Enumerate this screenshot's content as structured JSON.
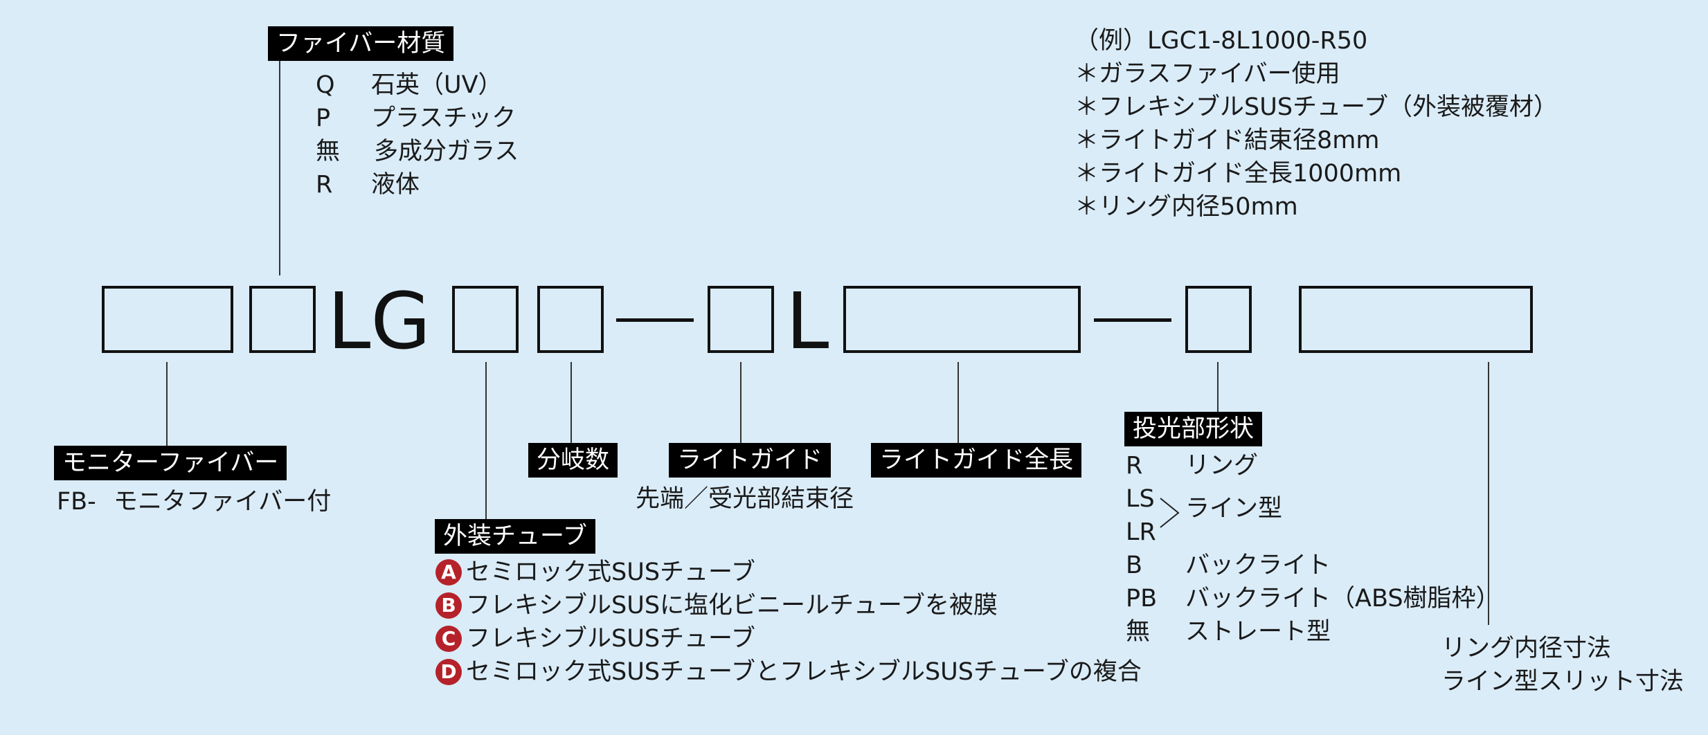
{
  "code_letters": [
    "LG",
    "L"
  ],
  "fiber_material": {
    "title": "ファイバー材質",
    "items": [
      {
        "code": "Q",
        "desc": "石英（UV）"
      },
      {
        "code": "P",
        "desc": "プラスチック"
      },
      {
        "code": "無",
        "desc": "多成分ガラス"
      },
      {
        "code": "R",
        "desc": "液体"
      }
    ]
  },
  "example": {
    "lines": [
      "（例）LGC1-8L1000-R50",
      "＊ガラスファイバー使用",
      "＊フレキシブルSUSチューブ（外装被覆材）",
      "＊ライトガイド結束径8mm",
      "＊ライトガイド全長1000mm",
      "＊リング内径50mm"
    ]
  },
  "monitor_fiber": {
    "title": "モニターファイバー",
    "code": "FB-",
    "desc": "モニタファイバー付"
  },
  "outer_tube": {
    "title": "外装チューブ",
    "items": [
      {
        "badge": "A",
        "desc": "セミロック式SUSチューブ"
      },
      {
        "badge": "B",
        "desc": "フレキシブルSUSに塩化ビニールチューブを被膜"
      },
      {
        "badge": "C",
        "desc": "フレキシブルSUSチューブ"
      },
      {
        "badge": "D",
        "desc": "セミロック式SUSチューブとフレキシブルSUSチューブの複合"
      }
    ]
  },
  "branch": {
    "title": "分岐数"
  },
  "light_guide": {
    "title": "ライトガイド",
    "subtitle": "先端／受光部結束径"
  },
  "light_guide_length": {
    "title": "ライトガイド全長"
  },
  "projection_shape": {
    "title": "投光部形状",
    "items": [
      {
        "code": "R",
        "desc": "リング"
      },
      {
        "code": "LS",
        "desc": "ライン型"
      },
      {
        "code": "LR",
        "desc": ""
      },
      {
        "code": "B",
        "desc": "バックライト"
      },
      {
        "code": "PB",
        "desc": "バックライト（ABS樹脂枠）"
      },
      {
        "code": "無",
        "desc": "ストレート型"
      }
    ]
  },
  "ring_dimension": {
    "lines": [
      "リング内径寸法",
      "ライン型スリット寸法"
    ]
  },
  "colors": {
    "background": "#daecf8",
    "label_bg": "#000000",
    "badge": "#b5222a"
  }
}
